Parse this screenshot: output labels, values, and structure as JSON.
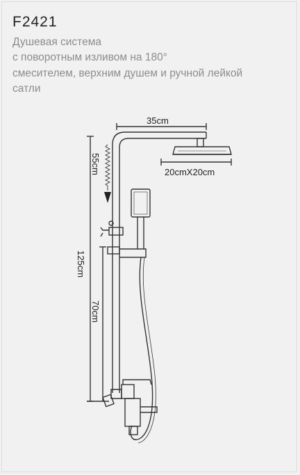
{
  "product": {
    "model": "F2421",
    "description_lines": [
      "Душевая система",
      "с поворотным изливом на 180°",
      "смесителем, верхним душем и ручной лейкой",
      "сатли"
    ]
  },
  "dimensions": {
    "arm_length": "35cm",
    "head_size": "20cmX20cm",
    "height_adjust": "55cm",
    "total_height": "125cm",
    "mixer_to_holder": "70cm"
  }
}
